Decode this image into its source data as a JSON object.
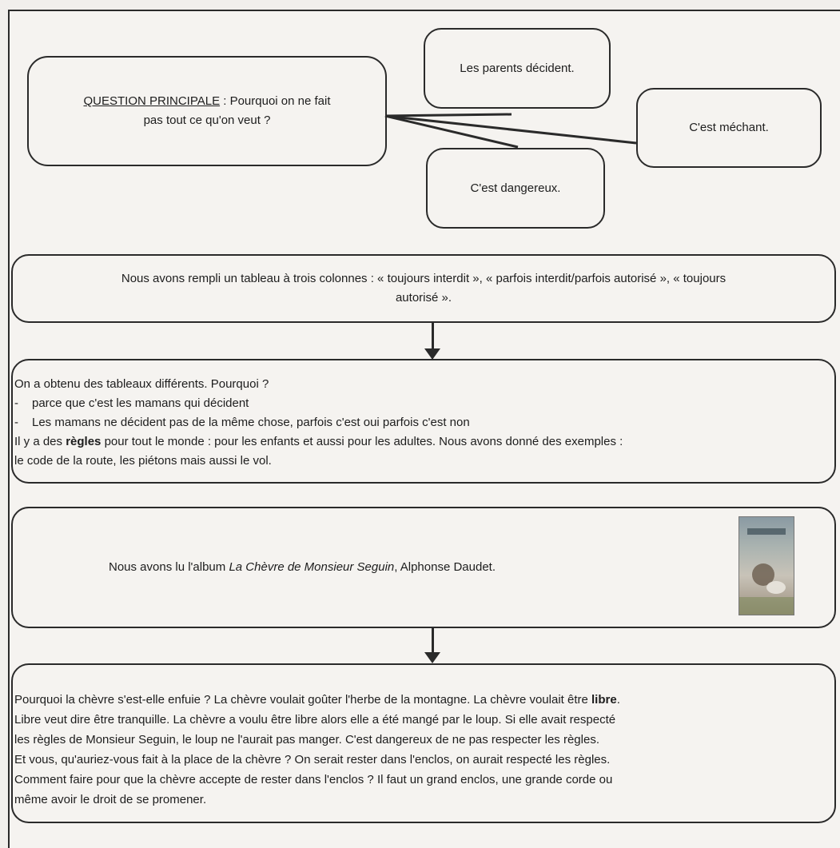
{
  "question": {
    "label": "QUESTION PRINCIPALE",
    "text_line1": " : Pourquoi on ne fait",
    "text_line2": "pas tout ce qu'on veut ?"
  },
  "answers": {
    "parents": "Les parents décident.",
    "mechant": "C'est méchant.",
    "dangereux": "C'est dangereux."
  },
  "tableau": {
    "line1": "Nous avons rempli un tableau à trois colonnes : « toujours interdit », « parfois interdit/parfois autorisé », « toujours",
    "line2": "autorisé »."
  },
  "tableaux_differents": {
    "intro": "On a obtenu des tableaux différents. Pourquoi ?",
    "bullets": [
      "parce que c'est les mamans qui décident",
      "Les mamans ne décident pas de la même chose, parfois c'est oui parfois c'est non"
    ],
    "rules_prefix": "Il y a des ",
    "rules_bold": "règles",
    "rules_rest": " pour tout le monde : pour les enfants et aussi pour les adultes. Nous avons donné des exemples :",
    "rules_line2": "le code de la route, les piétons mais aussi le vol."
  },
  "album": {
    "prefix": "Nous avons lu l'album ",
    "title": "La Chèvre de Monsieur Seguin",
    "suffix": ", Alphonse Daudet.",
    "cover_icon": "book-cover-icon"
  },
  "chevre": {
    "line1a": "Pourquoi la chèvre s'est-elle enfuie ? La chèvre voulait goûter l'herbe de la montagne. La chèvre voulait être ",
    "line1b": "libre",
    "line1c": ".",
    "line2": "Libre veut dire être tranquille. La chèvre a voulu être libre alors elle a été mangé par le loup. Si elle avait respecté",
    "line3": "les règles de Monsieur Seguin, le loup ne l'aurait pas manger. C'est dangereux de ne pas respecter les règles.",
    "line4": "Et vous, qu'auriez-vous fait à la place de la chèvre ? On serait rester dans l'enclos, on aurait respecté les règles.",
    "line5": "Comment faire pour que la chèvre accepte de rester dans l'enclos ? Il faut un grand enclos, une grande corde ou",
    "line6": "même avoir le droit de se promener."
  }
}
